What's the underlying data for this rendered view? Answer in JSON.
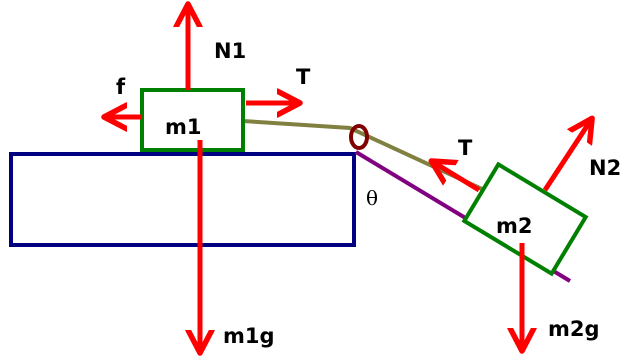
{
  "diagram": {
    "labels": {
      "mass1": "m1",
      "mass2": "m2",
      "normal1": "N1",
      "normal2": "N2",
      "friction": "f",
      "tension1": "T",
      "tension2": "T",
      "weight1": "m1g",
      "weight2": "m2g",
      "angle": "θ"
    },
    "colors": {
      "force_arrow": "#ff0000",
      "block": "#008000",
      "table": "#000080",
      "rope": "#808040",
      "incline": "#800080",
      "pulley": "#800000",
      "text": "#000000"
    }
  }
}
